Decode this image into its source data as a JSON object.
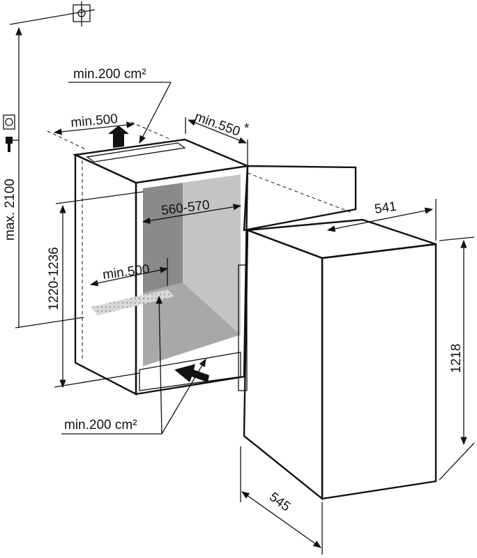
{
  "labels": {
    "top_vent_area": "min.200 cm²",
    "top_vent_width": "min.500",
    "door_clearance": "min.550",
    "asterisk": "*",
    "niche_width": "560-570",
    "appliance_width": "541",
    "max_height": "max. 2100",
    "niche_height": "1220-1236",
    "bottom_vent_width": "min.500",
    "bottom_vent_area": "min.200 cm²",
    "appliance_height": "1218",
    "appliance_depth": "545"
  },
  "icons": [
    "ceiling-outlet-icon",
    "socket-icon",
    "plug-icon"
  ],
  "colors": {
    "line": "#111111",
    "niche_dark": "#8a8a8a",
    "niche_light": "#c4c4c4",
    "door": "#dcdcdc"
  }
}
